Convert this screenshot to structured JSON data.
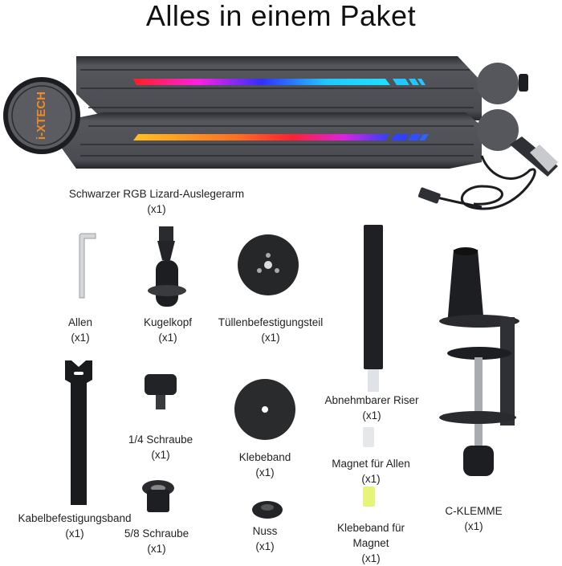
{
  "title": "Alles in einem Paket",
  "brand": {
    "logo_text": "i-XTECH",
    "logo_color": "#f08a24"
  },
  "items": [
    {
      "name": "Schwarzer RGB Lizard-Auslegerarm",
      "qty": "(x1)"
    },
    {
      "name": "Allen",
      "qty": "(x1)"
    },
    {
      "name": "Kugelkopf",
      "qty": "(x1)"
    },
    {
      "name": "Tüllenbefestigungsteil",
      "qty": "(x1)"
    },
    {
      "name": "Abnehmbarer Riser",
      "qty": "(x1)"
    },
    {
      "name": "1/4 Schraube",
      "qty": "(x1)"
    },
    {
      "name": "Klebeband",
      "qty": "(x1)"
    },
    {
      "name": "Magnet für Allen",
      "qty": "(x1)"
    },
    {
      "name": "Kabelbefestigungsband",
      "qty": "(x1)"
    },
    {
      "name": "5/8 Schraube",
      "qty": "(x1)"
    },
    {
      "name": "Nuss",
      "qty": "(x1)"
    },
    {
      "name": "Klebeband für",
      "name2": "Magnet",
      "qty": "(x1)"
    },
    {
      "name": "C-KLEMME",
      "qty": "(x1)"
    }
  ],
  "colors": {
    "arm_body": "#4a4c52",
    "arm_dark": "#2e3035",
    "rgb_top": [
      "#ff2020",
      "#ff20e0",
      "#3030ff",
      "#20c8ff"
    ],
    "rgb_bottom": [
      "#ffc020",
      "#ff7020",
      "#ff2030",
      "#e020e0",
      "#3040ff"
    ],
    "magnet_tape": "#e6f57a"
  }
}
